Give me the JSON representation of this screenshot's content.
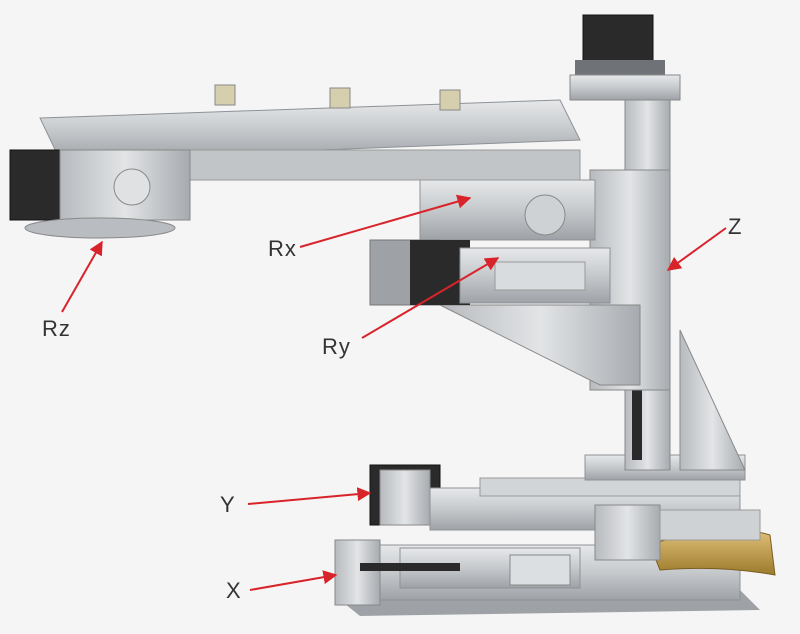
{
  "labels": {
    "rz": "Rz",
    "rx": "Rx",
    "ry": "Ry",
    "z": "Z",
    "y": "Y",
    "x": "X"
  },
  "colors": {
    "background": "#f5f5f5",
    "aluminum": "#c9cccf",
    "aluminum_dark": "#8e9296",
    "motor_black": "#2a2a2a",
    "brass": "#b8963c",
    "arrow": "#d9232a"
  }
}
